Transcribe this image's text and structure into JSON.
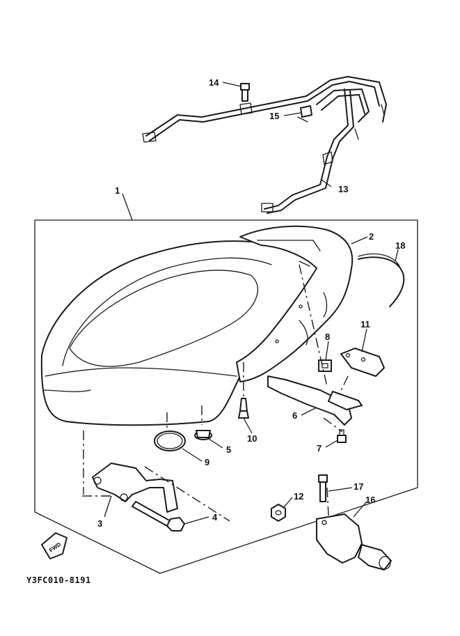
{
  "diagram": {
    "code": "Y3FC010-8191",
    "fwd_label": "FWD",
    "callouts": [
      {
        "id": "c1",
        "label": "1"
      },
      {
        "id": "c2",
        "label": "2"
      },
      {
        "id": "c3",
        "label": "3"
      },
      {
        "id": "c4",
        "label": "4"
      },
      {
        "id": "c5",
        "label": "5"
      },
      {
        "id": "c6",
        "label": "6"
      },
      {
        "id": "c7",
        "label": "7"
      },
      {
        "id": "c8",
        "label": "8"
      },
      {
        "id": "c9",
        "label": "9"
      },
      {
        "id": "c10",
        "label": "10"
      },
      {
        "id": "c11",
        "label": "11"
      },
      {
        "id": "c12",
        "label": "12"
      },
      {
        "id": "c13",
        "label": "13"
      },
      {
        "id": "c14",
        "label": "14"
      },
      {
        "id": "c15",
        "label": "15"
      },
      {
        "id": "c16",
        "label": "16"
      },
      {
        "id": "c17",
        "label": "17"
      },
      {
        "id": "c18",
        "label": "18"
      }
    ]
  }
}
